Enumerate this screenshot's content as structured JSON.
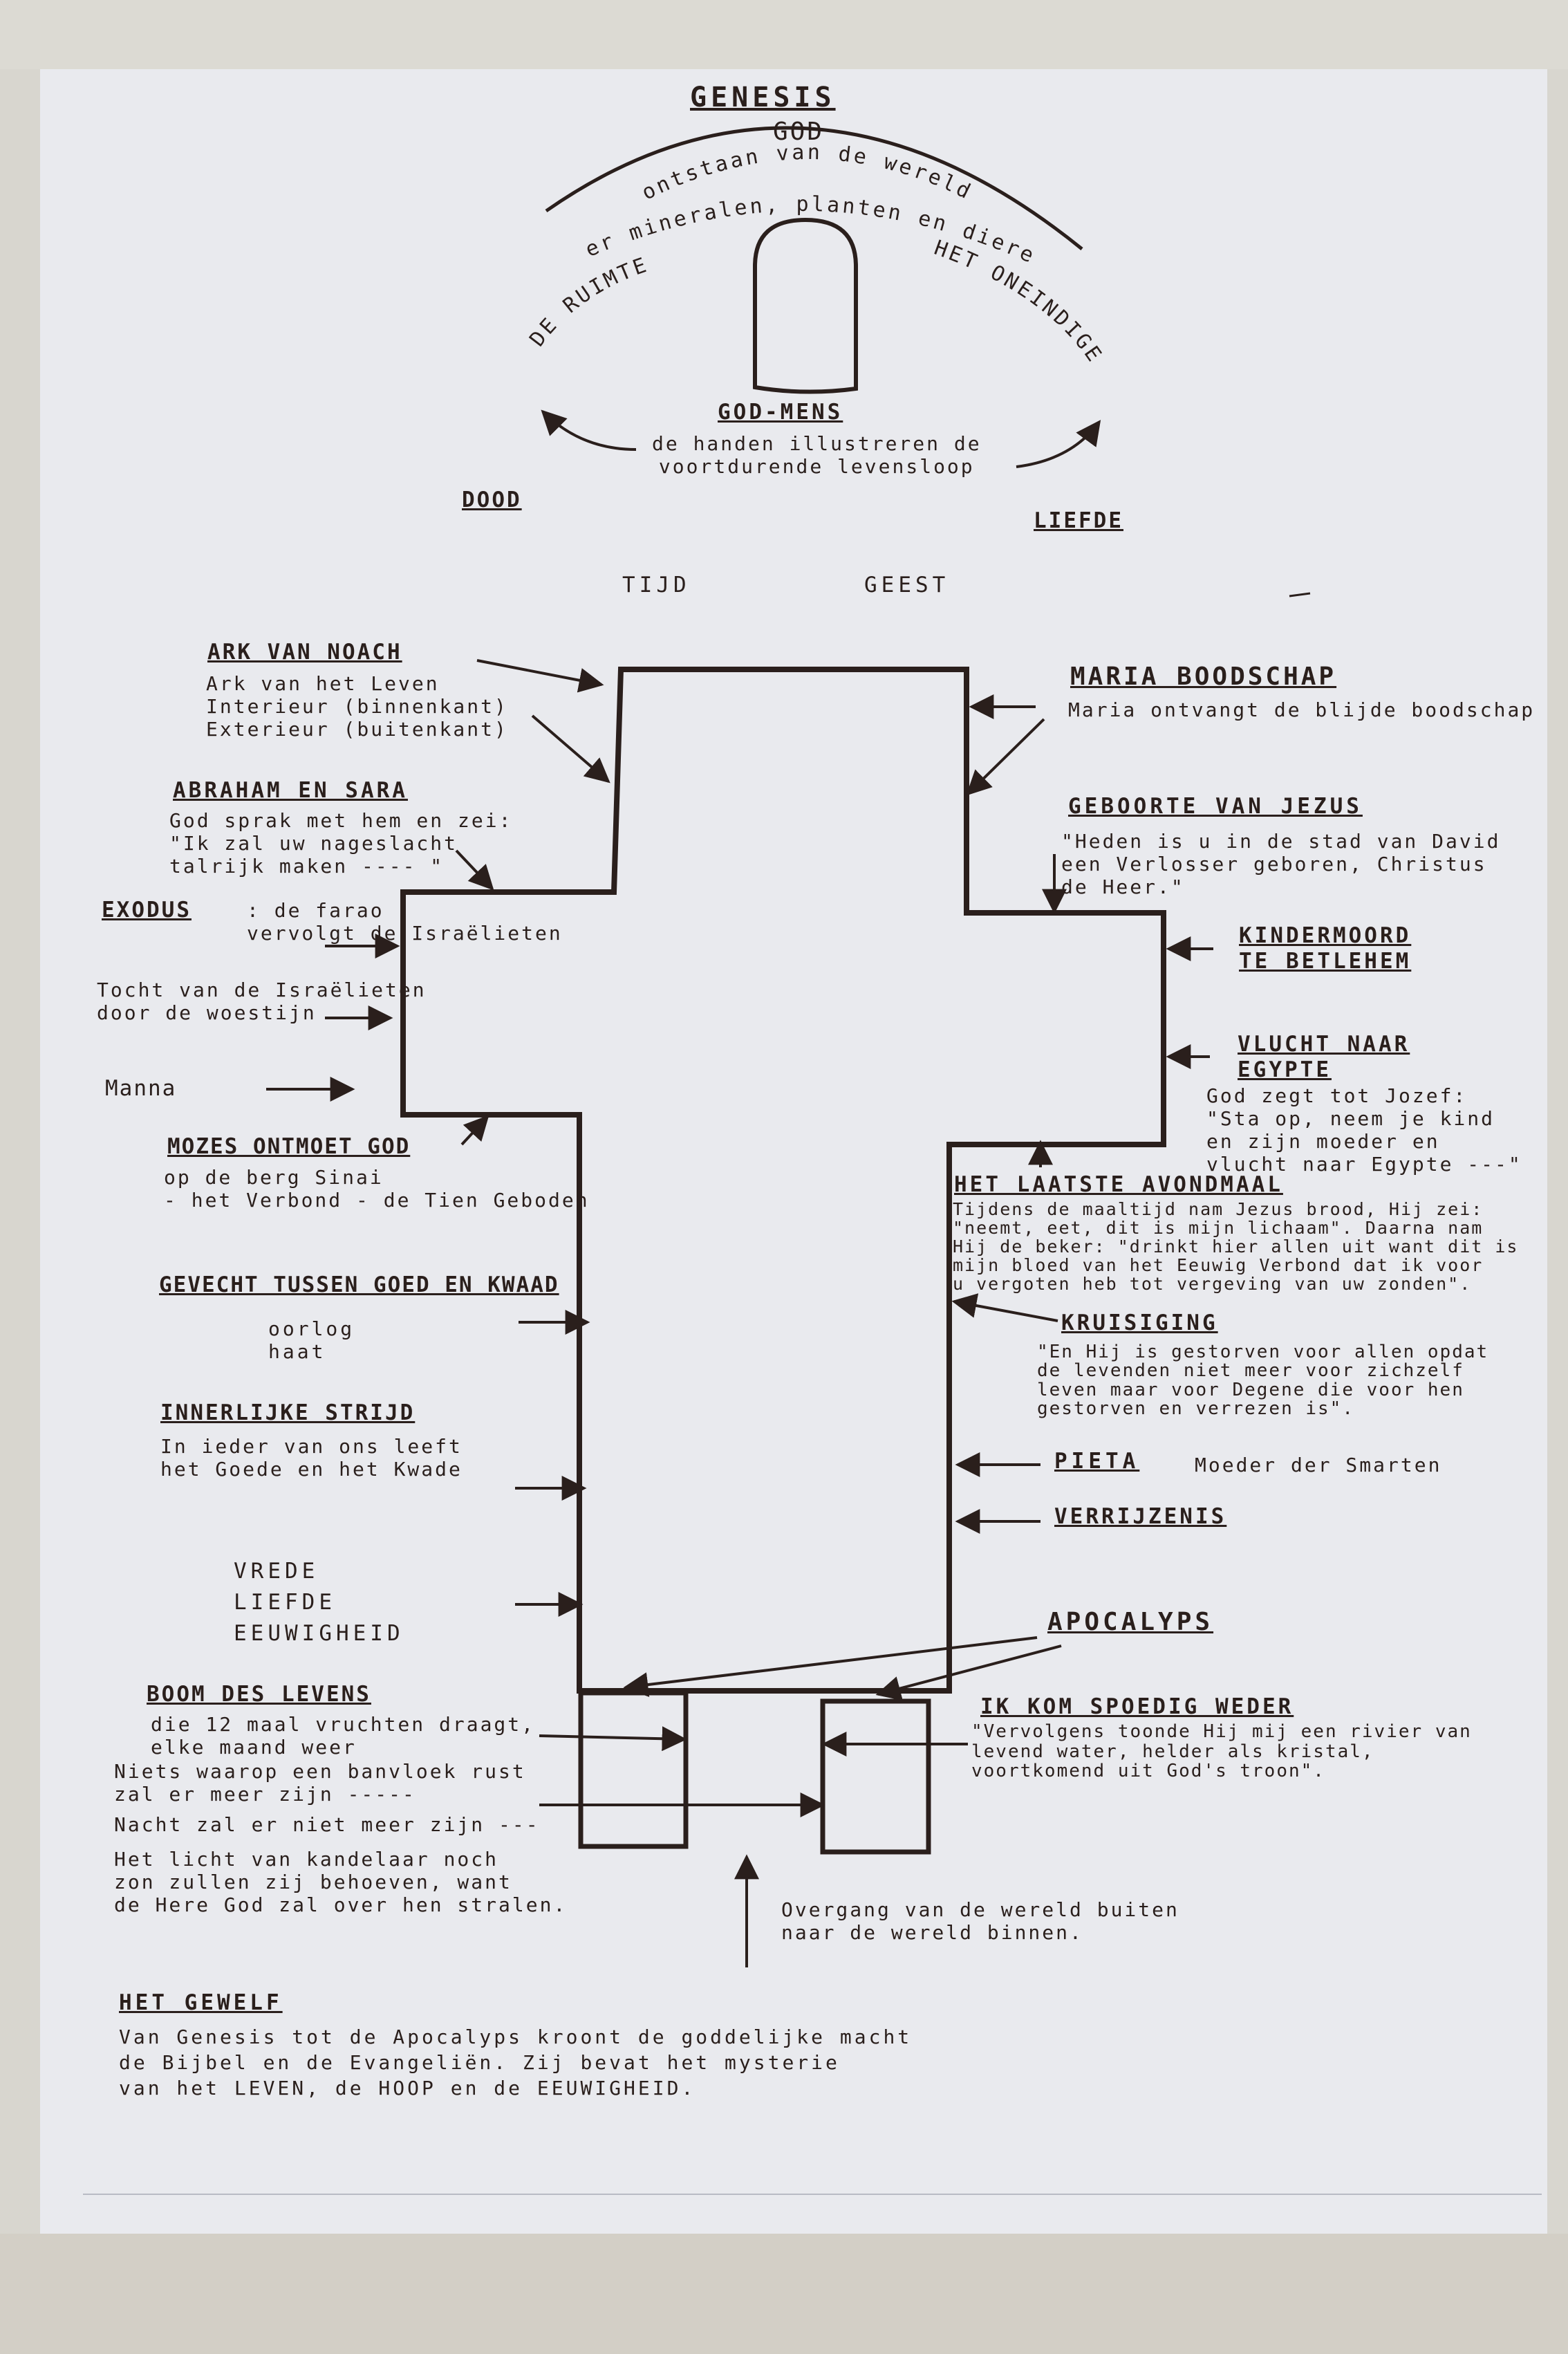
{
  "title": {
    "genesis": "GENESIS",
    "god": "GOD"
  },
  "arc": {
    "line1": "ontstaan van de wereld",
    "line2": "der mineralen, planten en dieren",
    "left": "DE RUIMTE",
    "right": "HET ONEINDIGE"
  },
  "god_mens": {
    "heading": "GOD-MENS",
    "text": "de handen illustreren de\nvoortdurende levensloop"
  },
  "corners": {
    "dood": "DOOD",
    "liefde": "LIEFDE",
    "tijd": "TIJD",
    "geest": "GEEST"
  },
  "left_notes": [
    {
      "heading": "ARK VAN NOACH",
      "text": "Ark van het Leven\nInterieur (binnenkant)\nExterieur (buitenkant)"
    },
    {
      "heading": "ABRAHAM EN SARA",
      "text": "God sprak met hem en zei:\n\"Ik zal uw nageslacht\ntalrijk maken ---- \""
    },
    {
      "heading": "EXODUS",
      "text": ": de farao\nvervolgt de Israëlieten"
    },
    {
      "heading": "",
      "text": "Tocht van de Israëlieten\ndoor de woestijn"
    },
    {
      "heading": "",
      "text": "Manna"
    },
    {
      "heading": "MOZES ONTMOET GOD",
      "text": "op de berg Sinai\n- het Verbond - de Tien Geboden"
    },
    {
      "heading": "GEVECHT TUSSEN GOED EN KWAAD",
      "text": "oorlog\nhaat"
    },
    {
      "heading": "INNERLIJKE STRIJD",
      "text": "In ieder van ons leeft\nhet Goede en het Kwade"
    },
    {
      "heading": "",
      "text": "VREDE\nLIEFDE\nEEUWIGHEID"
    },
    {
      "heading": "BOOM DES LEVENS",
      "text": "die 12 maal vruchten draagt,\nelke maand weer"
    },
    {
      "heading": "",
      "text": "Niets waarop een banvloek rust\nzal er meer zijn -----"
    },
    {
      "heading": "",
      "text": "Nacht zal er niet meer zijn ---"
    },
    {
      "heading": "",
      "text": "Het licht van kandelaar noch\nzon zullen zij behoeven, want\nde Here God zal over hen stralen."
    }
  ],
  "right_notes": [
    {
      "heading": "MARIA BOODSCHAP",
      "text": "Maria ontvangt de blijde boodschap"
    },
    {
      "heading": "GEBOORTE VAN JEZUS",
      "text": "\"Heden is u in de stad van David\neen Verlosser geboren, Christus\nde Heer.\""
    },
    {
      "heading": "KINDERMOORD\nTE BETLEHEM",
      "text": ""
    },
    {
      "heading": "VLUCHT NAAR\nEGYPTE",
      "text": "God zegt tot Jozef:\n\"Sta op, neem je kind\nen zijn moeder en\nvlucht naar Egypte ---\""
    },
    {
      "heading": "HET LAATSTE AVONDMAAL",
      "text": "Tijdens de maaltijd nam Jezus brood, Hij zei:\n\"neemt, eet, dit is mijn lichaam\". Daarna nam\nHij de beker: \"drinkt hier allen uit want dit is\nmijn bloed van het Eeuwig Verbond dat ik voor\nu vergoten heb tot vergeving van uw zonden\"."
    },
    {
      "heading": "KRUISIGING",
      "text": "\"En Hij is gestorven voor allen opdat\nde levenden niet meer voor zichzelf\nleven maar voor Degene die voor hen\ngestorven en verrezen is\"."
    },
    {
      "heading": "PIETA",
      "text": "Moeder der Smarten"
    },
    {
      "heading": "VERRIJZENIS",
      "text": ""
    },
    {
      "heading": "APOCALYPS",
      "text": ""
    },
    {
      "heading": "IK KOM SPOEDIG WEDER",
      "text": "\"Vervolgens toonde Hij mij een rivier van\nlevend water, helder als kristal,\nvoortkomend uit God's troon\"."
    }
  ],
  "transition": "Overgang van de wereld buiten\nnaar de wereld binnen.",
  "footer": {
    "heading": "HET GEWELF",
    "text": "Van Genesis tot de Apocalyps kroont de goddelijke macht\nde Bijbel en de Evangeliën. Zij bevat het mysterie\nvan het LEVEN, de HOOP en de EEUWIGHEID."
  }
}
